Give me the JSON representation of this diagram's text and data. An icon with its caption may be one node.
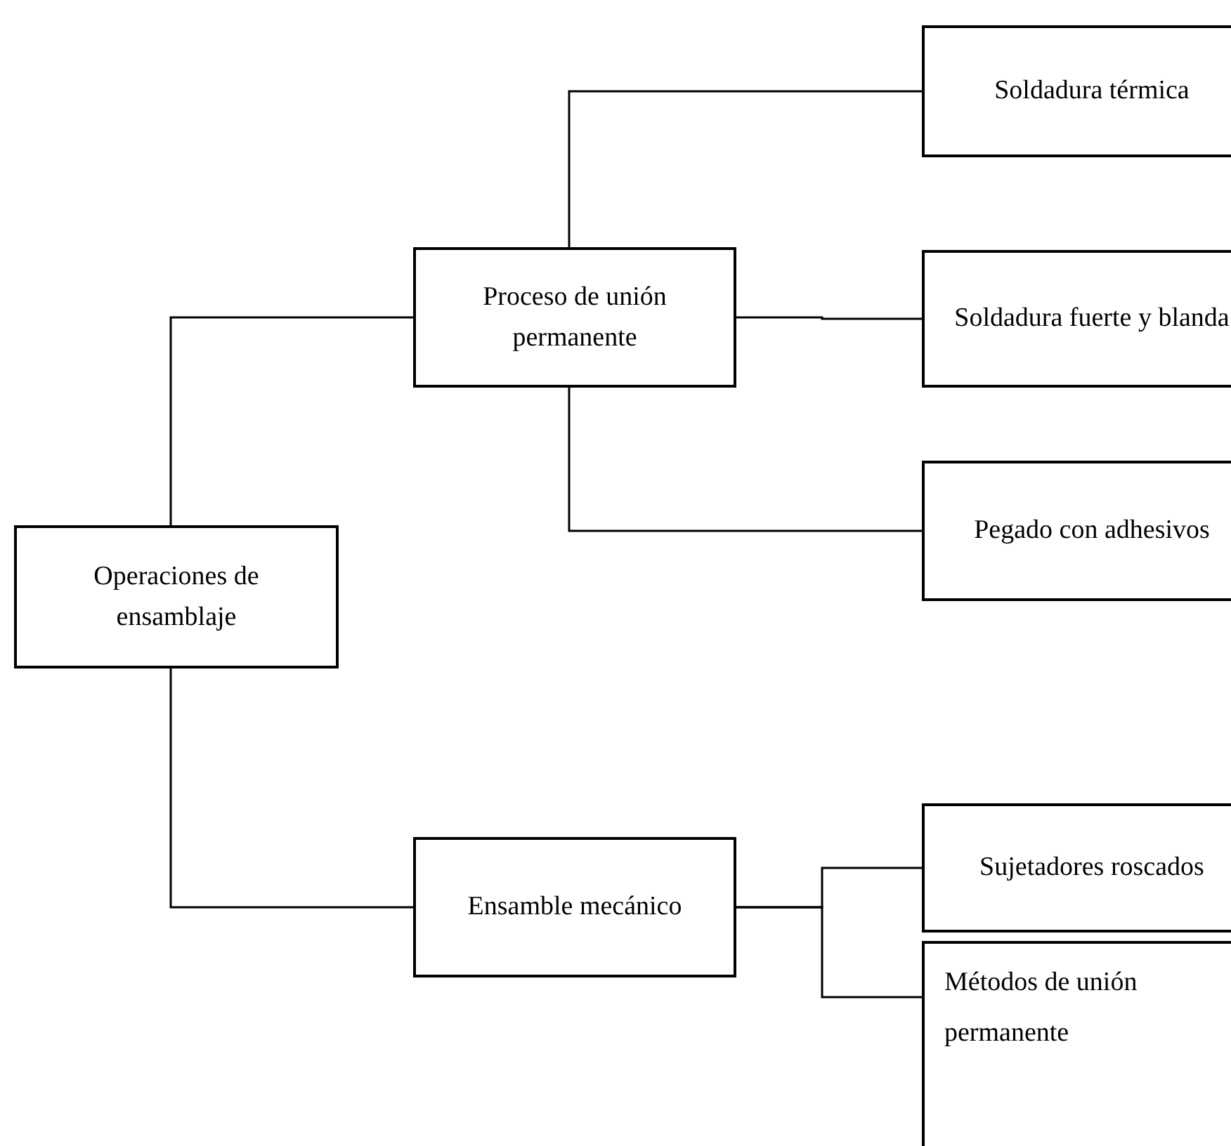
{
  "diagram": {
    "nodes": [
      {
        "text": [
          "Operaciones de ensamblaje"
        ]
      },
      {
        "text": [
          "Proceso de unión permanente"
        ]
      },
      {
        "text": [
          "Ensamble mecánico"
        ]
      },
      {
        "text": [
          "Soldadura térmica"
        ]
      },
      {
        "text": [
          "Soldadura fuerte y blanda"
        ]
      },
      {
        "text": [
          "Pegado con adhesivos"
        ]
      },
      {
        "text": [
          "Sujetadores roscados"
        ]
      },
      {
        "text": [
          "Métodos de unión permanente"
        ]
      }
    ],
    "edges": [
      {
        "from": 0,
        "to": 1,
        "arrow": "none"
      },
      {
        "from": 0,
        "to": 2,
        "arrow": "none"
      },
      {
        "from": 1,
        "to": 3,
        "arrow": "none"
      },
      {
        "from": 1,
        "to": 4,
        "arrow": "none"
      },
      {
        "from": 1,
        "to": 5,
        "arrow": "none"
      },
      {
        "from": 2,
        "to": 6,
        "arrow": "none"
      },
      {
        "from": 2,
        "to": 7,
        "arrow": "none"
      }
    ]
  }
}
